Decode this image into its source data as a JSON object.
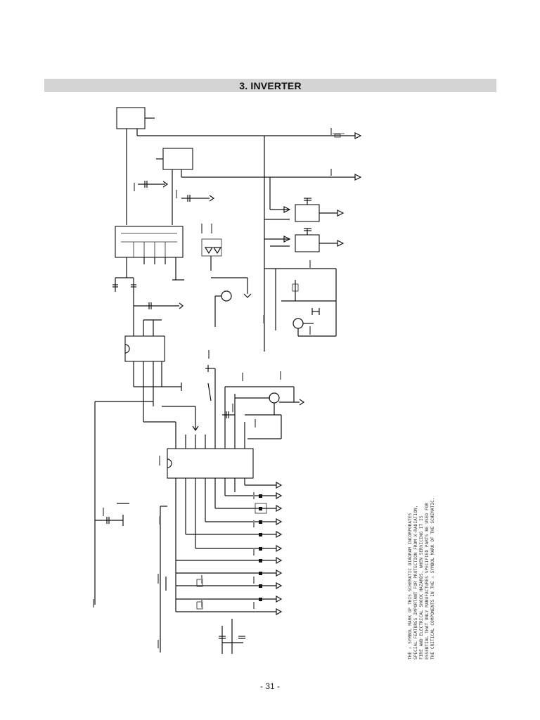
{
  "header": {
    "section_title": "3. INVERTER"
  },
  "note": {
    "lines": [
      "THE ⚠ SYMBOL MARK OF THIS SCHEMATIC DIAGRAM INCORPORATES",
      "SPECIAL FEATURES IMPORTANT FOR PROTECTION FROM X-RADIATION,",
      "FIRE AND ELECTRICAL SHOCK HAZARDS, WHEN SERVICING IT IS",
      "ESSENTIAL THAT ONLY MANUFACTURES SPECIFIED PARTS BE USED FOR",
      "THE CRITICAL COMPONENTS IN THE ⚠ SYMBOL MARK OF THE SCHEMATIC."
    ]
  },
  "footer": {
    "page_number": "- 31 -"
  }
}
